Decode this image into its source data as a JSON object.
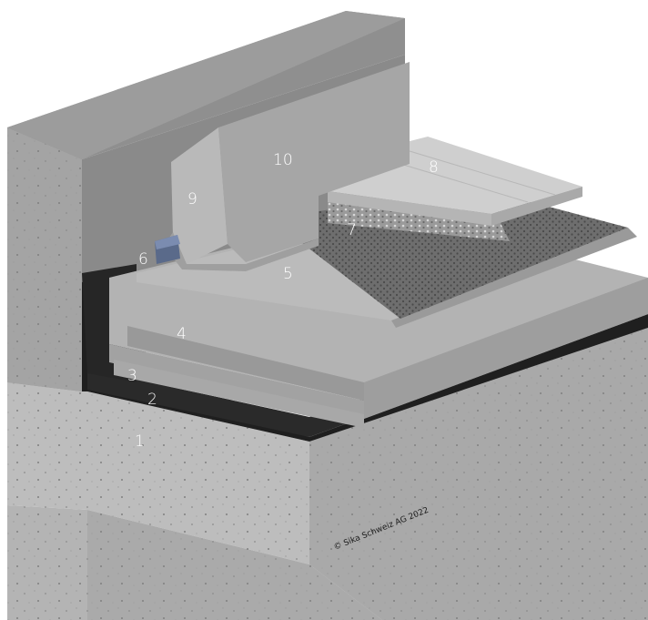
{
  "labels": {
    "l1": "1",
    "l2": "2",
    "l3": "3",
    "l4": "4",
    "l5": "5",
    "l6": "6",
    "l7": "7",
    "l8": "8",
    "l9": "9",
    "l10": "10"
  },
  "copyright": "© Sika Schweiz AG 2022",
  "colors": {
    "concrete": "#bdbdbd",
    "wall": "#8d8d8d",
    "membrane": "#a8a8a8",
    "insulation": "#b3b3b3",
    "vapor_layer": "#1f1f1f",
    "drainage_mat": "#6e6e6e",
    "paving": "#cfcfcf"
  }
}
